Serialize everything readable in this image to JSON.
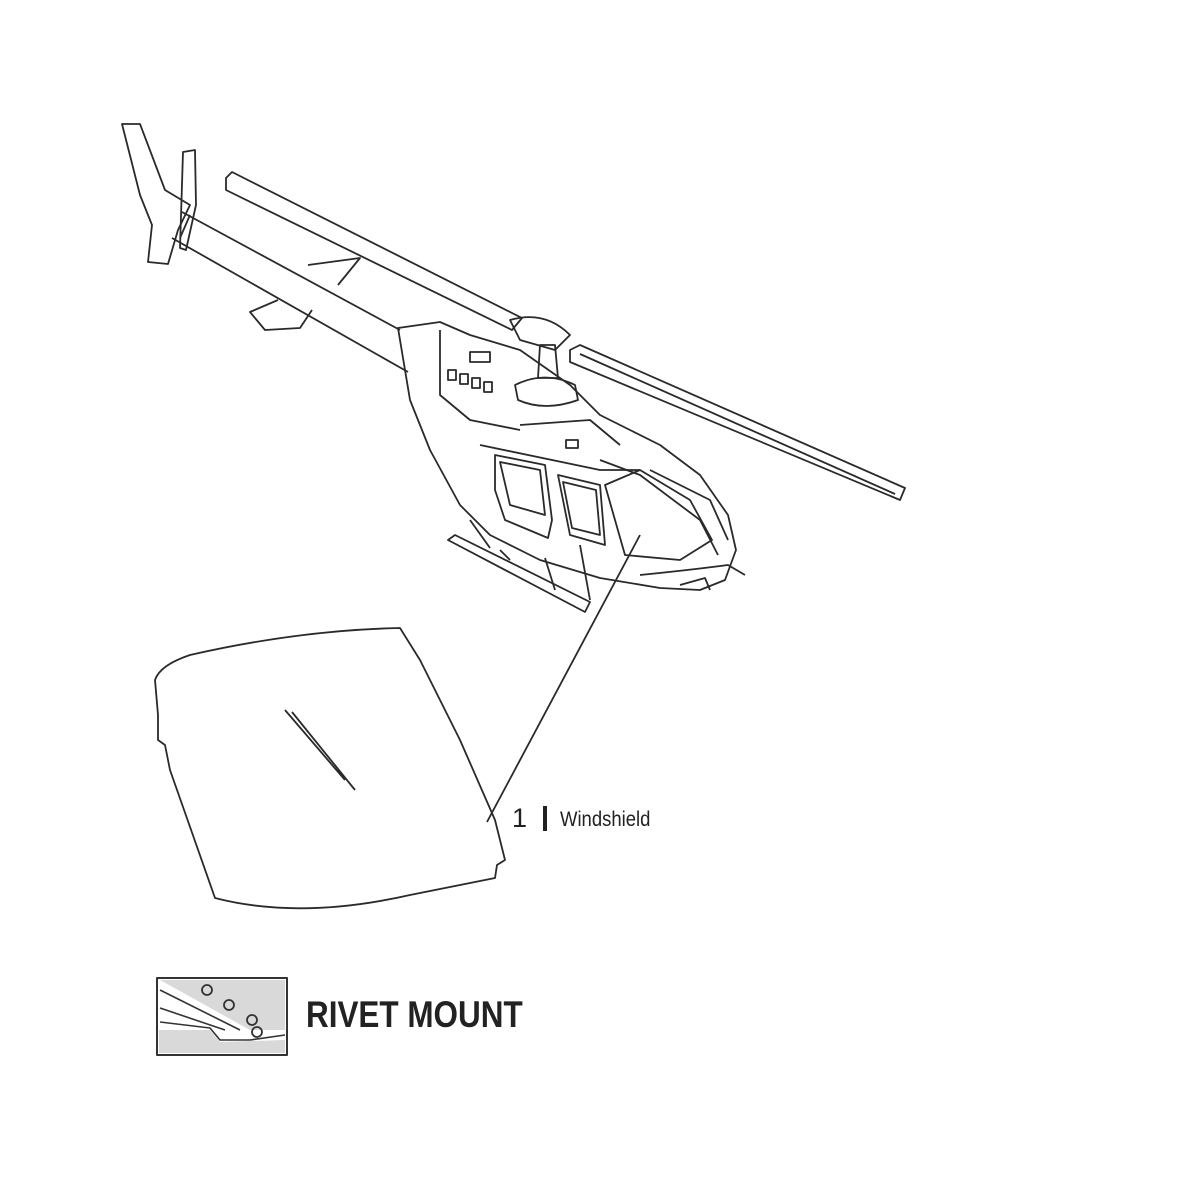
{
  "callout": {
    "number": "1",
    "part_name": "Windshield"
  },
  "mount_type": {
    "label": "RIVET MOUNT"
  },
  "colors": {
    "line": "#2a2a2a",
    "icon_fill": "#d9d9d9"
  }
}
